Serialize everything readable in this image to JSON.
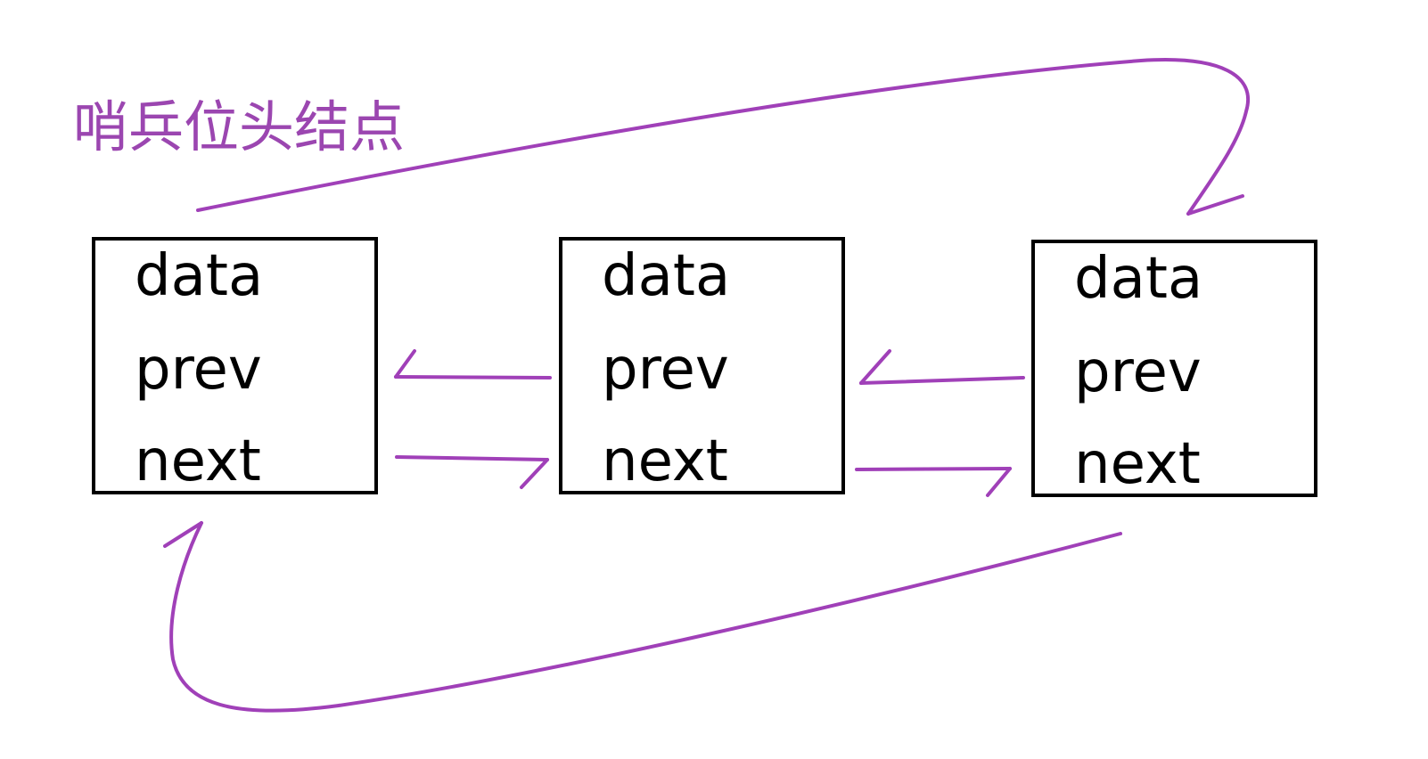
{
  "title": "哨兵位头结点",
  "nodes": [
    {
      "fields": [
        "data",
        "prev",
        "next"
      ]
    },
    {
      "fields": [
        "data",
        "prev",
        "next"
      ]
    },
    {
      "fields": [
        "data",
        "prev",
        "next"
      ]
    }
  ],
  "colors": {
    "annotation": "#9b46b0",
    "arrow": "#a040b8",
    "node_border": "#000000",
    "text": "#000000",
    "background": "#ffffff"
  }
}
